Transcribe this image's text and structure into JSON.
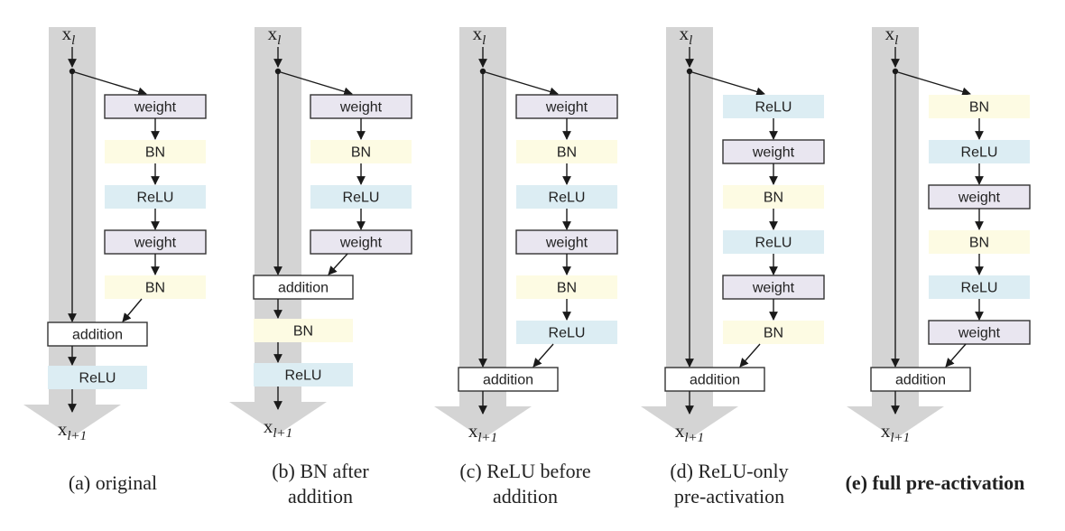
{
  "labels": {
    "input": "x",
    "input_sub": "l",
    "output": "x",
    "output_sub": "l+1",
    "weight": "weight",
    "bn": "BN",
    "relu": "ReLU",
    "addition": "addition"
  },
  "colors": {
    "weight_fill": "#e9e6f0",
    "bn_fill": "#fdfbe3",
    "relu_fill": "#dcedf3",
    "shaft": "#d4d4d4",
    "arrow": "#1a1a1a",
    "border": "#333333"
  },
  "panels": [
    {
      "id": "a",
      "caption": [
        "(a) original"
      ],
      "caption_bold": false,
      "branch": [
        "weight",
        "bn",
        "relu",
        "weight",
        "bn"
      ],
      "post": [
        "relu"
      ]
    },
    {
      "id": "b",
      "caption": [
        "(b) BN after",
        "addition"
      ],
      "caption_bold": false,
      "branch": [
        "weight",
        "bn",
        "relu",
        "weight"
      ],
      "post": [
        "bn",
        "relu"
      ]
    },
    {
      "id": "c",
      "caption": [
        "(c) ReLU before",
        "addition"
      ],
      "caption_bold": false,
      "branch": [
        "weight",
        "bn",
        "relu",
        "weight",
        "bn",
        "relu"
      ],
      "post": []
    },
    {
      "id": "d",
      "caption": [
        "(d) ReLU-only",
        "pre-activation"
      ],
      "caption_bold": false,
      "branch": [
        "relu",
        "weight",
        "bn",
        "relu",
        "weight",
        "bn"
      ],
      "post": []
    },
    {
      "id": "e",
      "caption": [
        "(e) full pre-activation"
      ],
      "caption_bold": true,
      "branch": [
        "bn",
        "relu",
        "weight",
        "bn",
        "relu",
        "weight"
      ],
      "post": []
    }
  ]
}
